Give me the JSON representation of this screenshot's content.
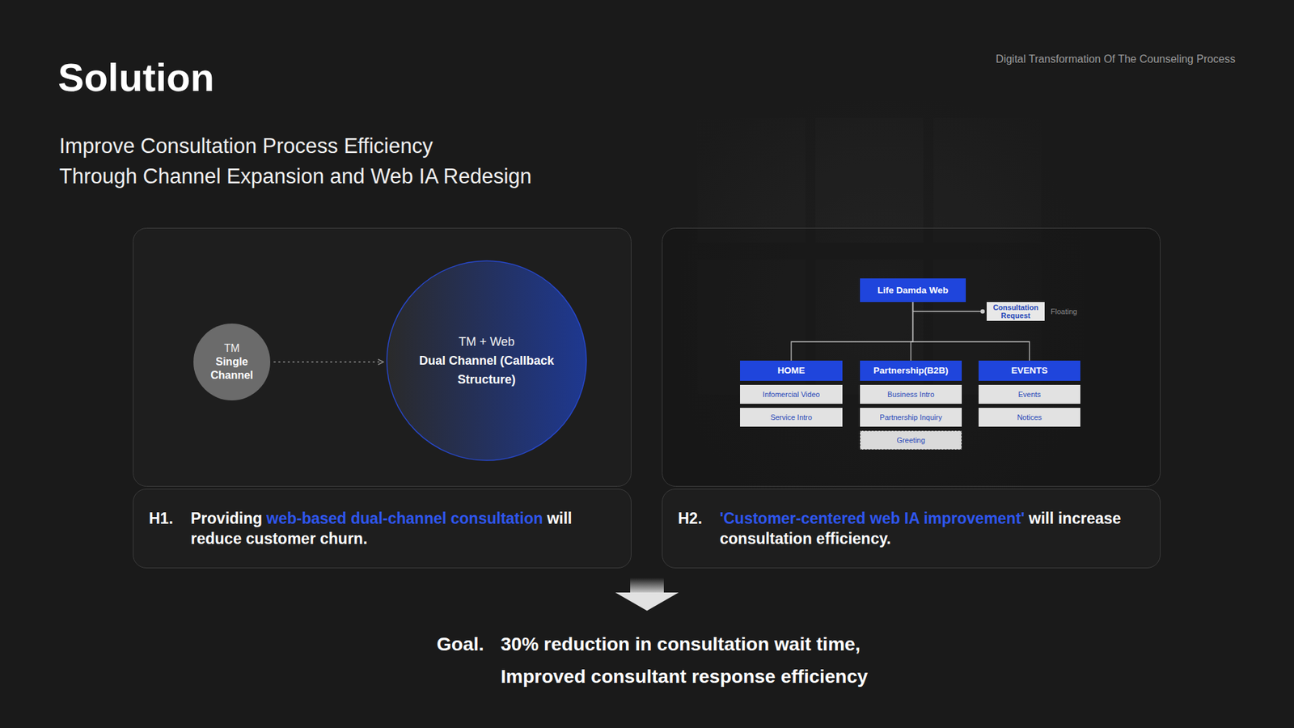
{
  "diagram": {
    "title": "Solution",
    "nodes": [
      {
        "text": [
          "TM",
          "Single Channel"
        ]
      },
      {
        "text": [
          "TM + Web",
          "Dual Channel (Callback Structure)"
        ]
      },
      {
        "text": [
          "Life Damda Web"
        ]
      },
      {
        "text": [
          "Consultation Request"
        ]
      },
      {
        "text": [
          "HOME"
        ]
      },
      {
        "text": [
          "Partnership(B2B)"
        ]
      },
      {
        "text": [
          "EVENTS"
        ]
      },
      {
        "text": [
          "Infomercial Video"
        ]
      },
      {
        "text": [
          "Service Intro"
        ]
      },
      {
        "text": [
          "Business Intro"
        ]
      },
      {
        "text": [
          "Partnership Inquiry"
        ]
      },
      {
        "text": [
          "Greeting"
        ]
      },
      {
        "text": [
          "Events"
        ]
      },
      {
        "text": [
          "Notices"
        ]
      },
      {
        "text": [
          "H1.",
          "Providing",
          "web-based dual-channel consultation",
          "will reduce customer churn."
        ]
      },
      {
        "text": [
          "H2.",
          "'Customer-centered web IA improvement'",
          "will increase consultation efficiency."
        ]
      }
    ],
    "edges": [
      {
        "from": 0,
        "to": 1,
        "arrow": "to"
      },
      {
        "from": 2,
        "to": 3,
        "arrow": "none"
      },
      {
        "from": 2,
        "to": 4,
        "arrow": "none"
      },
      {
        "from": 2,
        "to": 5,
        "arrow": "none"
      },
      {
        "from": 2,
        "to": 6,
        "arrow": "none"
      }
    ],
    "labels": [
      "Digital Transformation Of The Counseling Process",
      "Improve Consultation Process Efficiency",
      "Through Channel Expansion and Web IA Redesign",
      "Floating",
      "Goal.",
      "30% reduction in consultation wait time,",
      "Improved consultant response efficiency"
    ]
  }
}
